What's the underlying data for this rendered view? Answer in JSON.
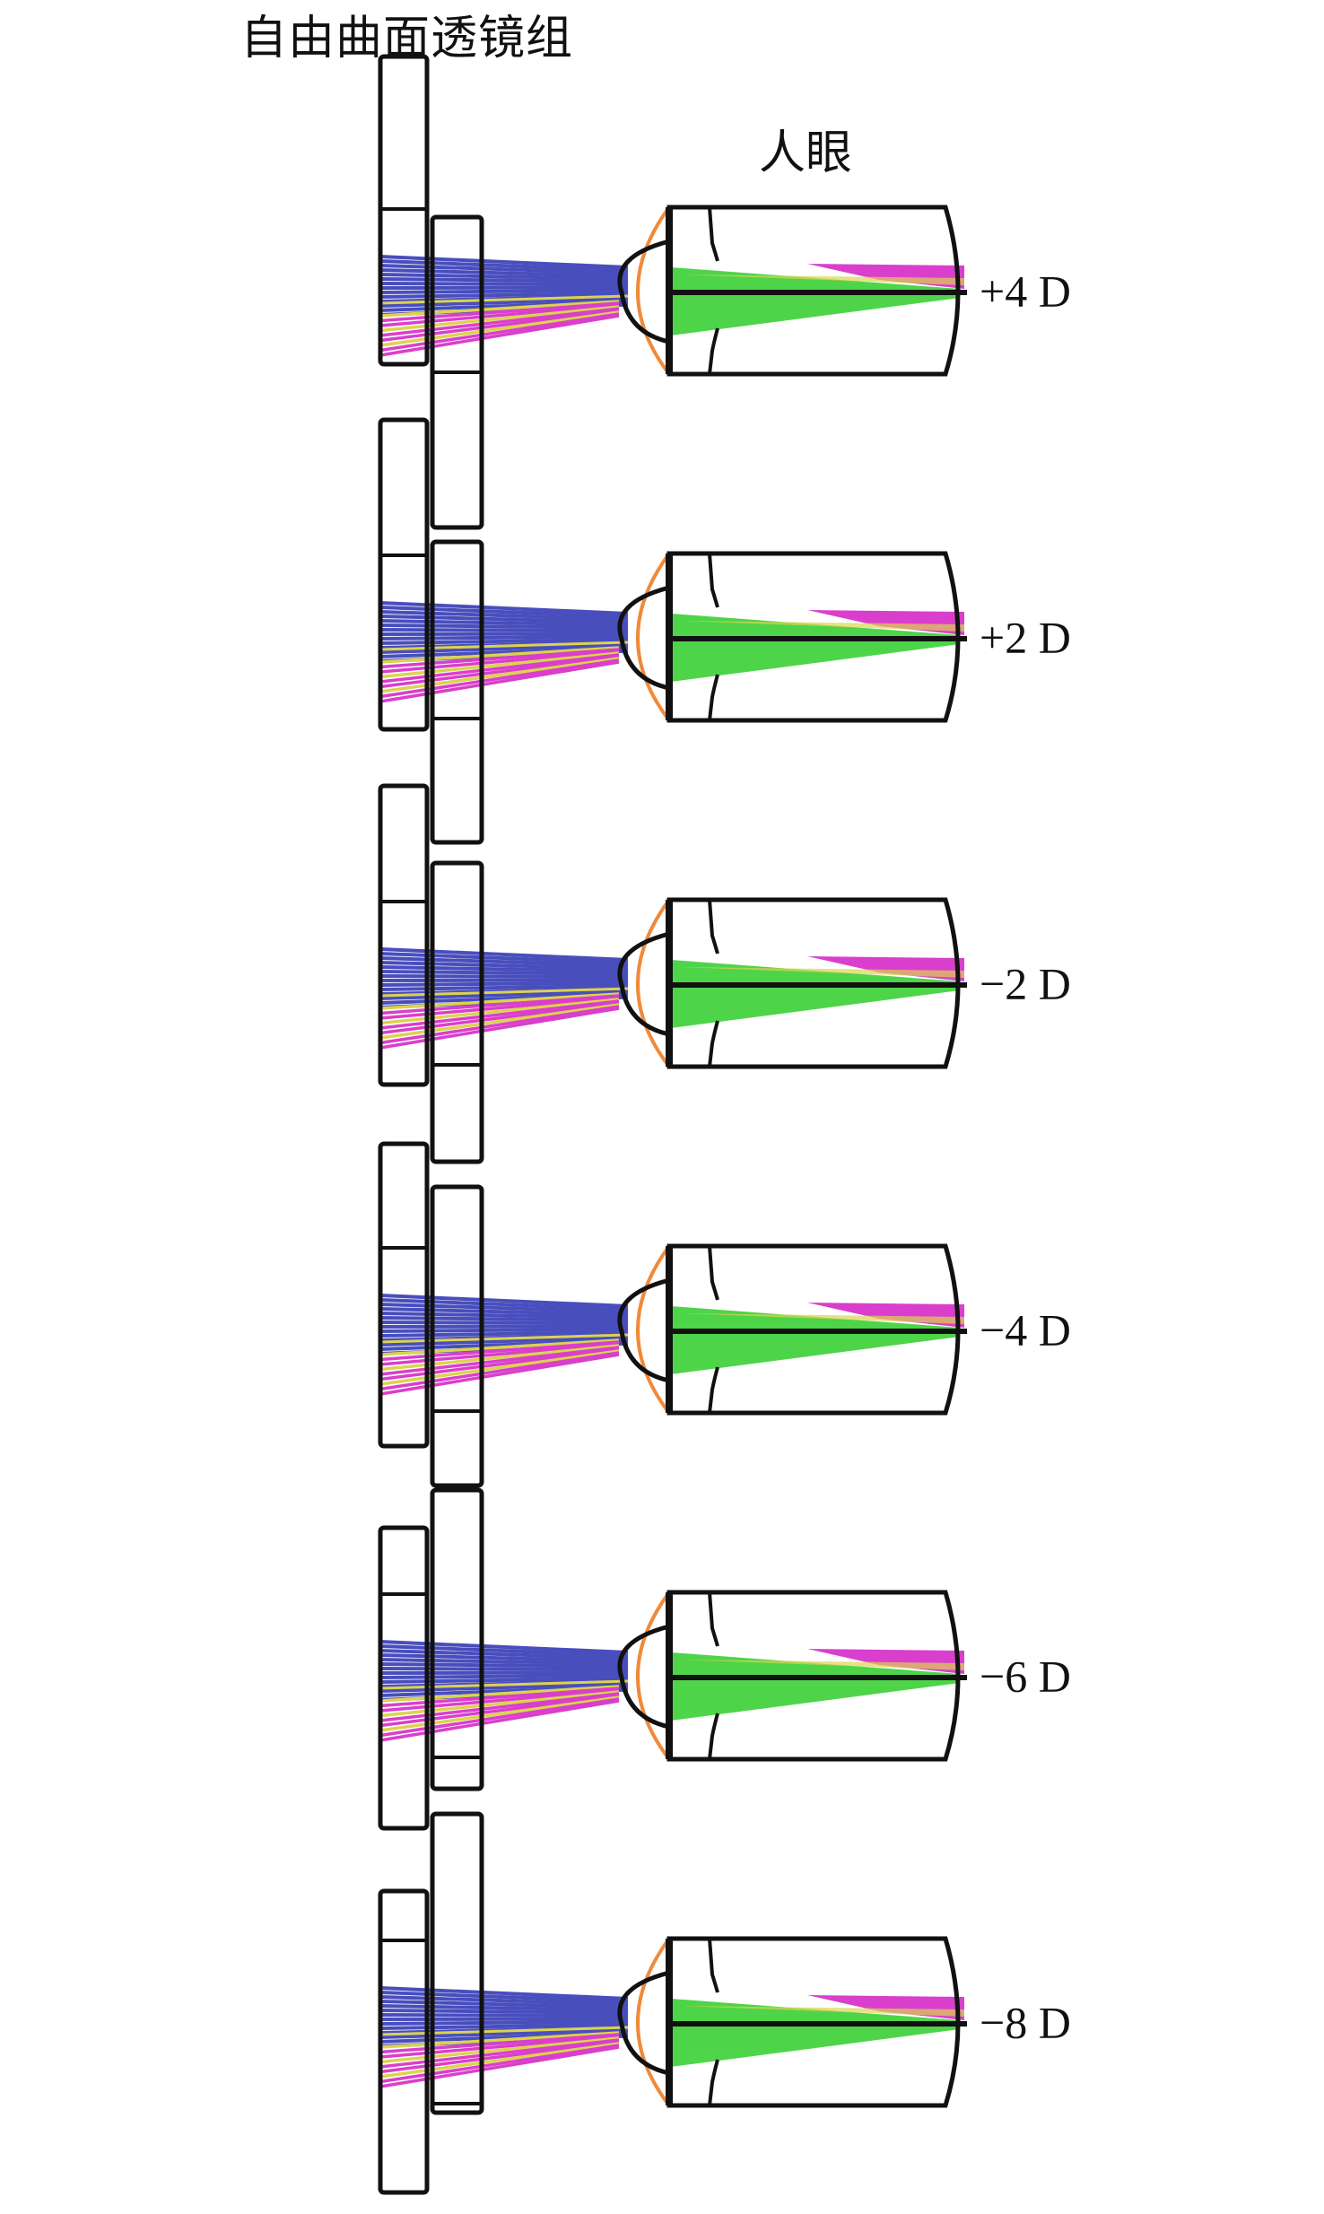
{
  "header": {
    "lens_group_label": "自由曲面透镜组",
    "eye_label": "人眼"
  },
  "panels": [
    {
      "label": "+4 D"
    },
    {
      "label": "+2 D"
    },
    {
      "label": "−2 D"
    },
    {
      "label": "−4 D"
    },
    {
      "label": "−6 D"
    },
    {
      "label": "−8 D"
    }
  ],
  "colors": {
    "outline": "#111111",
    "ray_blue": "#3a3fb8",
    "ray_magenta": "#d62fc8",
    "ray_green": "#3fd13a",
    "ray_yellow": "#d8d040",
    "cornea_orange": "#f08a3a"
  }
}
